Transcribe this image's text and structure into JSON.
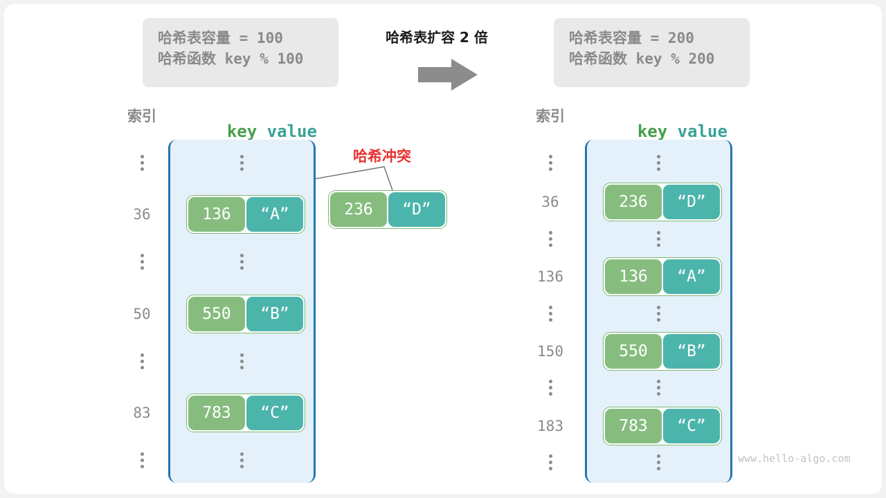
{
  "before": {
    "capacity_line": "哈希表容量 = 100",
    "hash_line": "哈希函数 key % 100",
    "header_index": "索引",
    "header_key": "key",
    "header_value": "value",
    "rows": [
      {
        "index": "⋮",
        "dots": true
      },
      {
        "index": "36",
        "key": "136",
        "value": "“A”"
      },
      {
        "index": "⋮",
        "dots": true
      },
      {
        "index": "50",
        "key": "550",
        "value": "“B”"
      },
      {
        "index": "⋮",
        "dots": true
      },
      {
        "index": "83",
        "key": "783",
        "value": "“C”"
      },
      {
        "index": "⋮",
        "dots": true
      }
    ]
  },
  "transition": {
    "title": "哈希表扩容 2 倍",
    "arrow_icon": "right-arrow-icon"
  },
  "after": {
    "capacity_line": "哈希表容量 = 200",
    "hash_line": "哈希函数 key % 200",
    "header_index": "索引",
    "header_key": "key",
    "header_value": "value",
    "rows": [
      {
        "index": "⋮",
        "dots": true
      },
      {
        "index": "36",
        "key": "236",
        "value": "“D”"
      },
      {
        "index": "⋮",
        "dots": true
      },
      {
        "index": "136",
        "key": "136",
        "value": "“A”"
      },
      {
        "index": "⋮",
        "dots": true
      },
      {
        "index": "150",
        "key": "550",
        "value": "“B”"
      },
      {
        "index": "⋮",
        "dots": true
      },
      {
        "index": "183",
        "key": "783",
        "value": "“C”"
      },
      {
        "index": "⋮",
        "dots": true
      }
    ]
  },
  "collision": {
    "label": "哈希冲突",
    "key": "236",
    "value": "“D”"
  },
  "watermark": "www.hello-algo.com",
  "colors": {
    "key_cell": "#86bd7f",
    "value_cell": "#4cb5ab",
    "pair_border": "#7cba6e",
    "table_fill": "#e4f0fa",
    "table_border": "#1f77b4",
    "collision_red": "#e8312f",
    "muted_gray": "#8a8a8a",
    "arrow_gray": "#8c8c8c",
    "infobox_bg": "#e9e9e9",
    "key_header": "#45a049",
    "value_header": "#3ba297"
  }
}
